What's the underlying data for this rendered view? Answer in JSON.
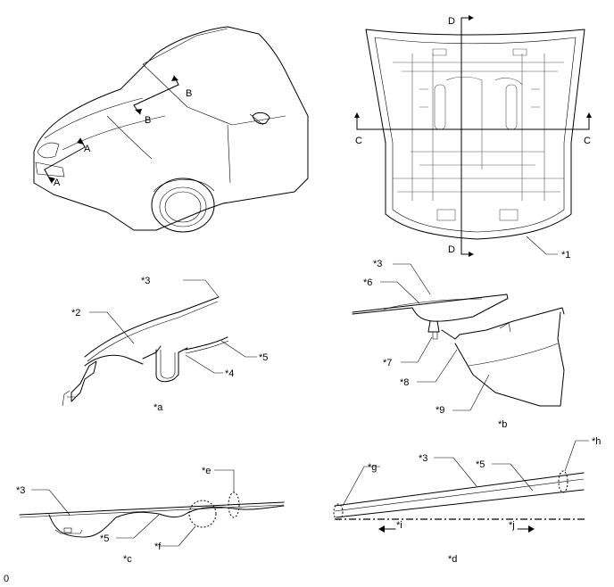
{
  "views": {
    "car": {
      "section_a": "A",
      "section_b": "B"
    },
    "hood": {
      "section_c": "C",
      "section_d": "D"
    }
  },
  "callouts": {
    "c1": "*1",
    "c2": "*2",
    "c3": "*3",
    "c4": "*4",
    "c5": "*5",
    "c6": "*6",
    "c7": "*7",
    "c8": "*8",
    "c9": "*9",
    "ce": "*e",
    "cf": "*f",
    "cg": "*g",
    "ch": "*h",
    "ci": "*i",
    "cj": "*j"
  },
  "captions": {
    "a": "*a",
    "b": "*b",
    "c": "*c",
    "d": "*d"
  },
  "footer_code": "0"
}
